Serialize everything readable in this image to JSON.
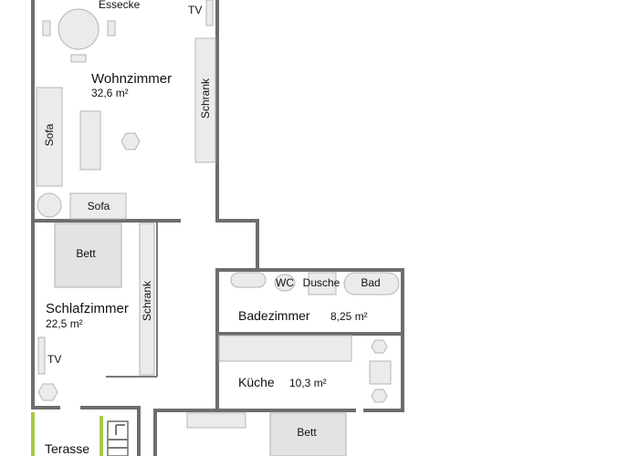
{
  "rooms": {
    "wohnzimmer": {
      "name": "Wohnzimmer",
      "area": "32,6 m²"
    },
    "schlafzimmer": {
      "name": "Schlafzimmer",
      "area": "22,5 m²"
    },
    "badezimmer": {
      "name": "Badezimmer",
      "area": "8,25 m²"
    },
    "kueche": {
      "name": "Küche",
      "area": "10,3 m²"
    },
    "terasse": {
      "name": "Terasse"
    }
  },
  "furniture": {
    "essecke": "Essecke",
    "tv_living": "TV",
    "schrank_living": "Schrank",
    "sofa_vertical": "Sofa",
    "sofa_horizontal": "Sofa",
    "bett_bedroom": "Bett",
    "schrank_bedroom": "Schrank",
    "tv_bedroom": "TV",
    "wc": "WC",
    "dusche": "Dusche",
    "bad": "Bad",
    "bett_bottom": "Bett"
  },
  "colors": {
    "wall": "#6d6d6d",
    "furniture_fill": "#ebebeb",
    "terrace_accent": "#a6c94a"
  }
}
